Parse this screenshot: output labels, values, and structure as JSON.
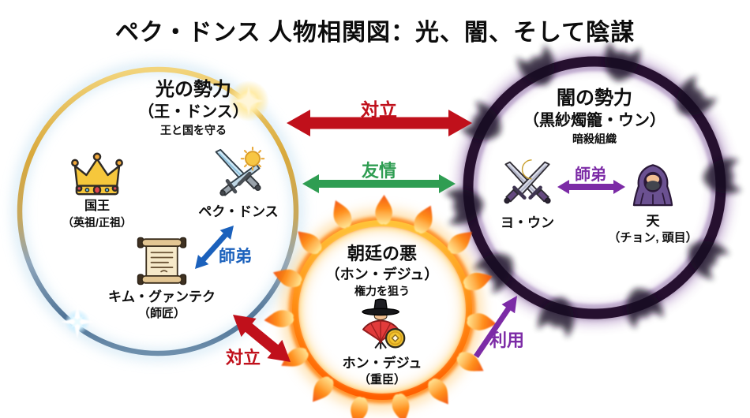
{
  "title": "ペク・ドンス 人物相関図：光、闇、そして陰謀",
  "groups": {
    "light": {
      "title": "光の勢力",
      "subtitle": "（王・ドンス）",
      "motto": "王と国を守る",
      "relation_label": "師弟",
      "members": [
        {
          "icon": "crown-icon",
          "name": "国王",
          "note": "（英祖/正祖）"
        },
        {
          "icon": "crossed-swords-sun-icon",
          "name": "ペク・ドンス",
          "note": ""
        },
        {
          "icon": "scroll-icon",
          "name": "キム・グァンテク",
          "note": "（師匠）"
        }
      ]
    },
    "dark": {
      "title": "闇の勢力",
      "subtitle": "（黒紗燭籠・ウン）",
      "motto": "暗殺組織",
      "relation_label": "師弟",
      "members": [
        {
          "icon": "crossed-swords-moon-icon",
          "name": "ヨ・ウン",
          "note": ""
        },
        {
          "icon": "hooded-assassin-icon",
          "name": "天",
          "note": "（チョン, 頭目）"
        }
      ]
    },
    "court": {
      "title": "朝廷の悪",
      "subtitle": "（ホン・デジュ）",
      "motto": "権力を狙う",
      "members": [
        {
          "icon": "official-fan-coin-icon",
          "name": "ホン・デジュ",
          "note": "（重臣）"
        }
      ]
    }
  },
  "relations": {
    "conflict_top": {
      "label": "対立",
      "color": "#C0101B"
    },
    "friendship": {
      "label": "友情",
      "color": "#2F9D52"
    },
    "mentor_light": {
      "label": "師弟",
      "color": "#1B61BC"
    },
    "mentor_dark": {
      "label": "師弟",
      "color": "#7C2BA6"
    },
    "conflict_bottom": {
      "label": "対立",
      "color": "#C0101B"
    },
    "exploitation": {
      "label": "利用",
      "color": "#7C2BA6"
    }
  }
}
